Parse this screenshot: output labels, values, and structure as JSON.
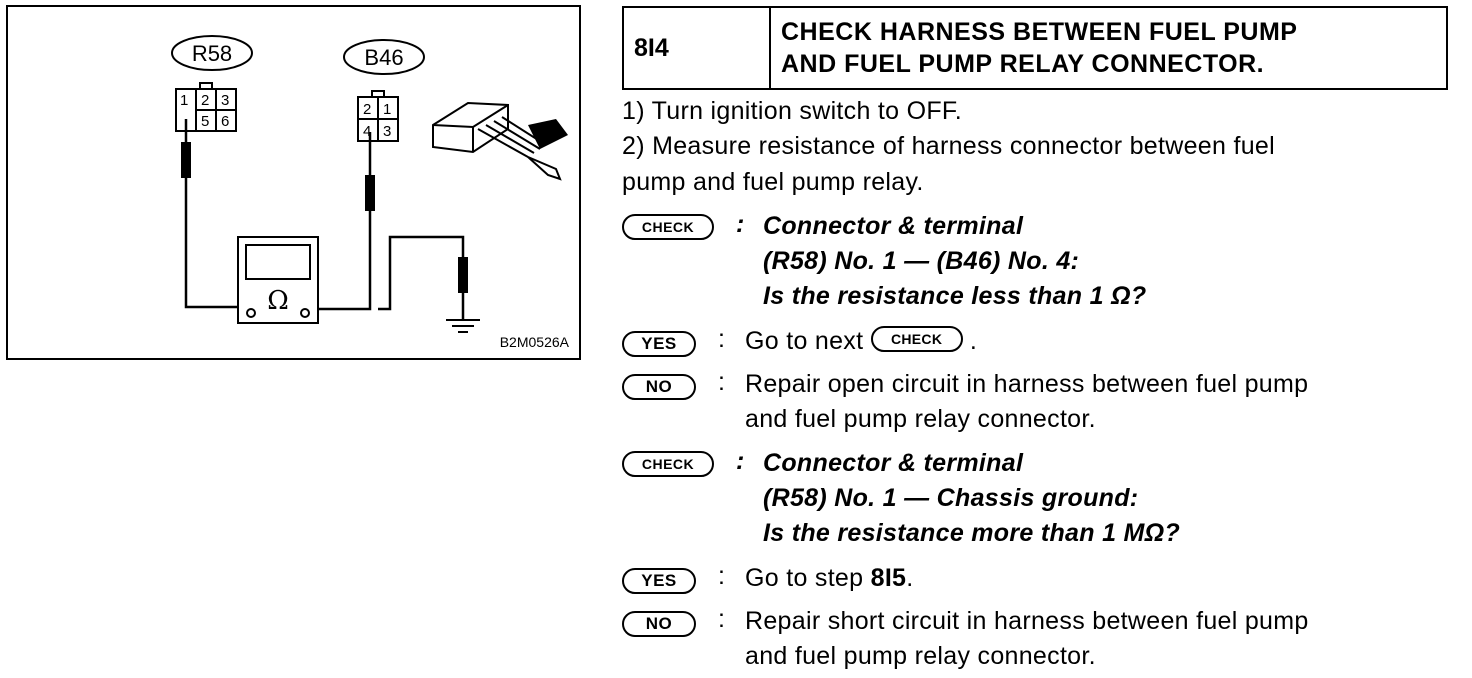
{
  "diagram": {
    "connector_left": "R58",
    "connector_right": "B46",
    "left_pins": [
      "1",
      "2",
      "3",
      "5",
      "6"
    ],
    "right_pins": [
      "2",
      "1",
      "4",
      "3"
    ],
    "meter_symbol": "Ω",
    "figure_code": "B2M0526A"
  },
  "header": {
    "step": "8I4",
    "title_line1": "CHECK HARNESS BETWEEN FUEL PUMP",
    "title_line2": "AND FUEL PUMP RELAY CONNECTOR."
  },
  "instructions": {
    "step1": "1)  Turn ignition switch to OFF.",
    "step2_line1": "2)  Measure resistance of harness connector between fuel",
    "step2_line2": "pump and fuel pump relay."
  },
  "badges": {
    "check": "CHECK",
    "yes": "YES",
    "no": "NO"
  },
  "check1": {
    "line1": "Connector & terminal",
    "line2": "(R58) No. 1 — (B46) No. 4:",
    "line3": "Is the resistance less than 1 Ω?"
  },
  "yes1": {
    "text_before": "Go to next",
    "text_after": "."
  },
  "no1": {
    "line1": "Repair open circuit in harness between fuel pump",
    "line2": "and fuel pump relay connector."
  },
  "check2": {
    "line1": "Connector & terminal",
    "line2": "(R58) No. 1 — Chassis ground:",
    "line3": "Is the resistance more than 1 MΩ?"
  },
  "yes2": {
    "text_before": "Go to step",
    "step_ref": "8I5",
    "text_after": "."
  },
  "no2": {
    "line1": "Repair short circuit in harness between fuel pump",
    "line2": "and fuel pump relay connector."
  }
}
